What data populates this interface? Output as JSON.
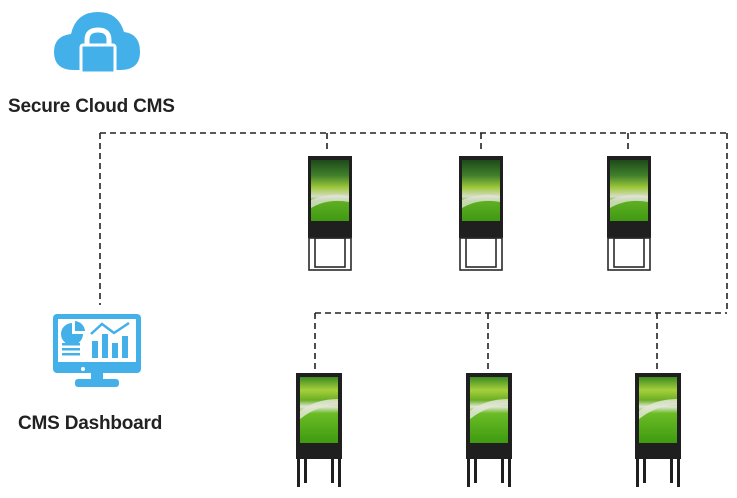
{
  "title": "Secure Cloud CMS network diagram",
  "colors": {
    "icon_blue": "#43b0ea",
    "connector": "#222222",
    "device_frame": "#1f1f1f"
  },
  "nodes": {
    "cloud": {
      "label": "Secure Cloud CMS",
      "icon": "cloud-lock-icon"
    },
    "dashboard": {
      "label": "CMS Dashboard",
      "icon": "monitor-chart-icon"
    },
    "top_row": [
      {
        "type": "portable digital signage with frame stand",
        "icon": "digital-signage-stand-icon"
      },
      {
        "type": "portable digital signage with frame stand",
        "icon": "digital-signage-stand-icon"
      },
      {
        "type": "portable digital signage with frame stand",
        "icon": "digital-signage-stand-icon"
      }
    ],
    "bottom_row": [
      {
        "type": "portable digital signage with leg stand",
        "icon": "digital-signage-legs-icon"
      },
      {
        "type": "portable digital signage with leg stand",
        "icon": "digital-signage-legs-icon"
      },
      {
        "type": "portable digital signage with leg stand",
        "icon": "digital-signage-legs-icon"
      }
    ]
  },
  "connections": [
    {
      "from": "Secure Cloud CMS",
      "to": "CMS Dashboard",
      "style": "dashed"
    },
    {
      "from": "Secure Cloud CMS",
      "to": "top_row",
      "style": "dashed"
    },
    {
      "from": "Secure Cloud CMS",
      "to": "bottom_row",
      "style": "dashed"
    }
  ]
}
